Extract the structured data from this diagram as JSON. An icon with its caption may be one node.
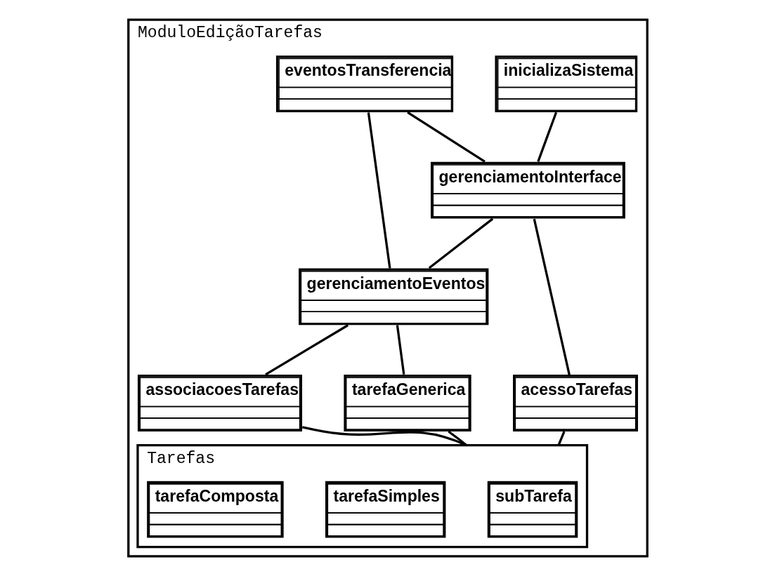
{
  "diagram": {
    "nodes": [
      {
        "text": [
          "ModuloEdiçãoTarefas"
        ]
      },
      {
        "text": [
          "inicializaSistema"
        ],
        "in": 0
      },
      {
        "text": [
          "eventosTransferencia"
        ],
        "in": 0
      },
      {
        "text": [
          "gerenciamentoInterface"
        ],
        "in": 0
      },
      {
        "text": [
          "gerenciamentoEventos"
        ],
        "in": 0
      },
      {
        "text": [
          "tarefaGenerica"
        ],
        "in": 0
      },
      {
        "text": [
          "acessoTarefas"
        ],
        "in": 0
      },
      {
        "text": [
          "associacoesTarefas"
        ],
        "in": 0
      },
      {
        "text": [
          "Tarefas"
        ],
        "in": 0
      },
      {
        "text": [
          "subTarefa"
        ],
        "in": 8
      },
      {
        "text": [
          "tarefaSimples"
        ],
        "in": 8
      },
      {
        "text": [
          "tarefaComposta"
        ],
        "in": 8
      }
    ],
    "edges": [
      {
        "from": 1,
        "to": 3,
        "arrow": "none"
      },
      {
        "from": 2,
        "to": 3,
        "arrow": "none"
      },
      {
        "from": 2,
        "to": 4,
        "arrow": "none"
      },
      {
        "from": 3,
        "to": 4,
        "arrow": "none"
      },
      {
        "from": 4,
        "to": 5,
        "arrow": "none"
      },
      {
        "from": 3,
        "to": 6,
        "arrow": "none"
      },
      {
        "from": 4,
        "to": 7,
        "arrow": "none"
      },
      {
        "from": 6,
        "to": 8,
        "arrow": "none"
      },
      {
        "from": 7,
        "to": 8,
        "arrow": "none"
      },
      {
        "from": 5,
        "to": 8,
        "arrow": "none"
      }
    ]
  }
}
